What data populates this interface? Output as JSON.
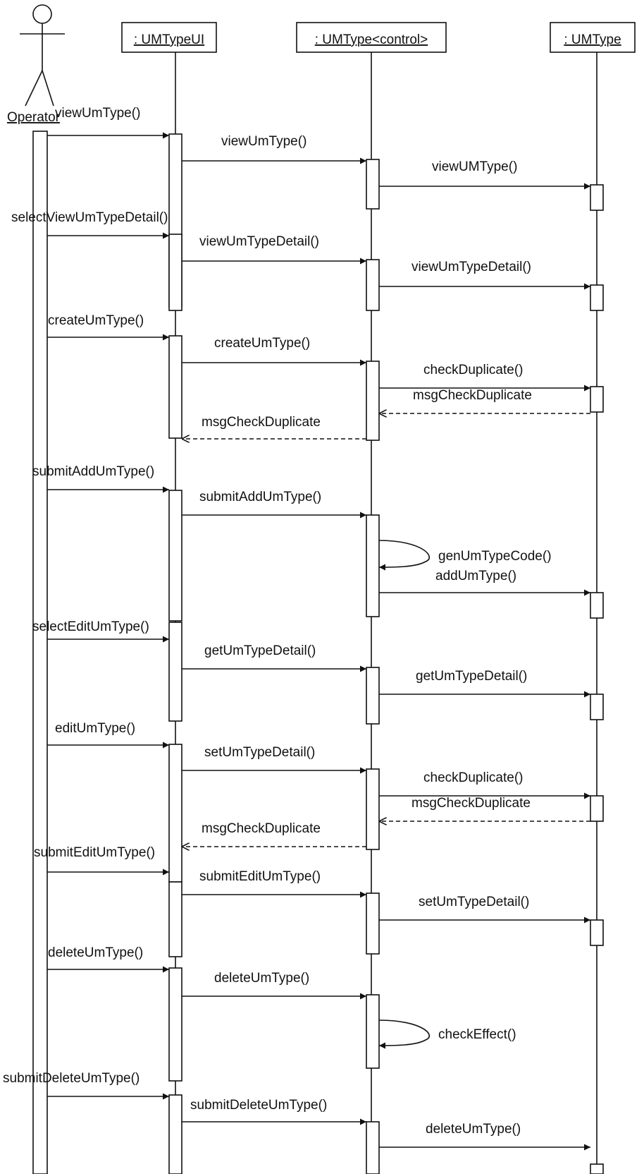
{
  "actor": {
    "name": "Operator"
  },
  "lifelines": [
    {
      "id": "ui",
      "label": ": UMTypeUI"
    },
    {
      "id": "ctrl",
      "label": ": UMType<control>"
    },
    {
      "id": "ent",
      "label": ": UMType"
    }
  ],
  "messages": [
    {
      "label": "viewUmType()",
      "from": "actor",
      "to": "ui",
      "kind": "call"
    },
    {
      "label": "viewUmType()",
      "from": "ui",
      "to": "ctrl",
      "kind": "call"
    },
    {
      "label": "viewUMType()",
      "from": "ctrl",
      "to": "ent",
      "kind": "call"
    },
    {
      "label": "selectViewUmTypeDetail()",
      "from": "actor",
      "to": "ui",
      "kind": "call"
    },
    {
      "label": "viewUmTypeDetail()",
      "from": "ui",
      "to": "ctrl",
      "kind": "call"
    },
    {
      "label": "viewUmTypeDetail()",
      "from": "ctrl",
      "to": "ent",
      "kind": "call"
    },
    {
      "label": "createUmType()",
      "from": "actor",
      "to": "ui",
      "kind": "call"
    },
    {
      "label": "createUmType()",
      "from": "ui",
      "to": "ctrl",
      "kind": "call"
    },
    {
      "label": "checkDuplicate()",
      "from": "ctrl",
      "to": "ent",
      "kind": "call"
    },
    {
      "label": "msgCheckDuplicate",
      "from": "ent",
      "to": "ctrl",
      "kind": "return"
    },
    {
      "label": "msgCheckDuplicate",
      "from": "ctrl",
      "to": "ui",
      "kind": "return"
    },
    {
      "label": "submitAddUmType()",
      "from": "actor",
      "to": "ui",
      "kind": "call"
    },
    {
      "label": "submitAddUmType()",
      "from": "ui",
      "to": "ctrl",
      "kind": "call"
    },
    {
      "label": "genUmTypeCode()",
      "from": "ctrl",
      "to": "ctrl",
      "kind": "self"
    },
    {
      "label": "addUmType()",
      "from": "ctrl",
      "to": "ent",
      "kind": "call"
    },
    {
      "label": "selectEditUmType()",
      "from": "actor",
      "to": "ui",
      "kind": "call"
    },
    {
      "label": "getUmTypeDetail()",
      "from": "ui",
      "to": "ctrl",
      "kind": "call"
    },
    {
      "label": "getUmTypeDetail()",
      "from": "ctrl",
      "to": "ent",
      "kind": "call"
    },
    {
      "label": "editUmType()",
      "from": "actor",
      "to": "ui",
      "kind": "call"
    },
    {
      "label": "setUmTypeDetail()",
      "from": "ui",
      "to": "ctrl",
      "kind": "call"
    },
    {
      "label": "checkDuplicate()",
      "from": "ctrl",
      "to": "ent",
      "kind": "call"
    },
    {
      "label": "msgCheckDuplicate",
      "from": "ent",
      "to": "ctrl",
      "kind": "return"
    },
    {
      "label": "msgCheckDuplicate",
      "from": "ctrl",
      "to": "ui",
      "kind": "return"
    },
    {
      "label": "submitEditUmType()",
      "from": "actor",
      "to": "ui",
      "kind": "call"
    },
    {
      "label": "submitEditUmType()",
      "from": "ui",
      "to": "ctrl",
      "kind": "call"
    },
    {
      "label": "setUmTypeDetail()",
      "from": "ctrl",
      "to": "ent",
      "kind": "call"
    },
    {
      "label": "deleteUmType()",
      "from": "actor",
      "to": "ui",
      "kind": "call"
    },
    {
      "label": "deleteUmType()",
      "from": "ui",
      "to": "ctrl",
      "kind": "call"
    },
    {
      "label": "checkEffect()",
      "from": "ctrl",
      "to": "ctrl",
      "kind": "self"
    },
    {
      "label": "submitDeleteUmType()",
      "from": "actor",
      "to": "ui",
      "kind": "call"
    },
    {
      "label": "submitDeleteUmType()",
      "from": "ui",
      "to": "ctrl",
      "kind": "call"
    },
    {
      "label": "deleteUmType()",
      "from": "ctrl",
      "to": "ent",
      "kind": "call"
    }
  ]
}
